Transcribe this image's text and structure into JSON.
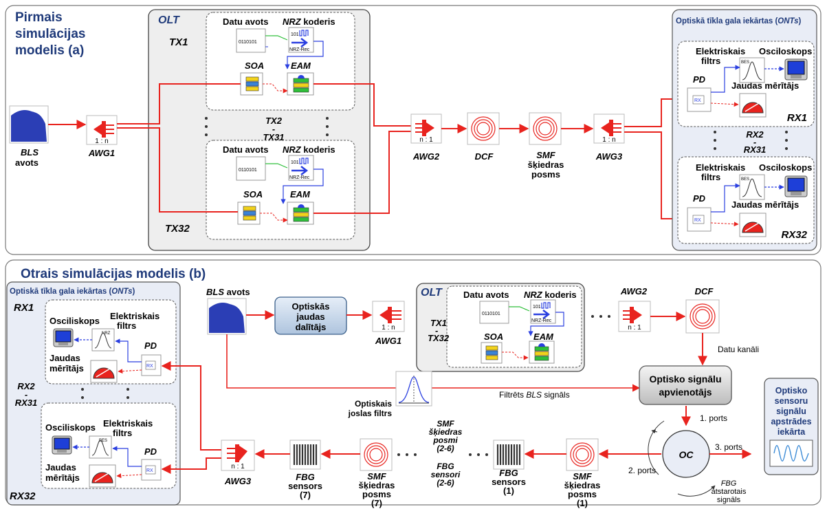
{
  "colors": {
    "signal": "#e8231e",
    "electric": "#2a3fe0",
    "green": "#2fbf3a",
    "panel": "#e9edf6",
    "olt_panel": "#eeeeee",
    "bls": "#2b3eb5"
  },
  "top": {
    "title": [
      "Pirmais",
      "simulācijas",
      "modelis (a)"
    ],
    "olt": "OLT",
    "tx1": "TX1",
    "tx_mid": [
      "TX2",
      "-",
      "TX31"
    ],
    "tx32": "TX32",
    "datu_avots": "Datu avots",
    "nrz_word": "NRZ",
    "koderis": " koderis",
    "soa": "SOA",
    "eam": "EAM",
    "bits": "0110101",
    "code": "101",
    "nrz_rec": "NRZ-Rec",
    "bls": "BLS",
    "avots": "avots",
    "awg1": "AWG1",
    "ratio_1n": "1 : n",
    "ratio_n1": "n : 1",
    "awg2": "AWG2",
    "dcf": "DCF",
    "smf": "SMF",
    "skiedras": "šķiedras",
    "posms": "posms",
    "awg3": "AWG3",
    "ont_title": "Optiskā tīkla gala iekārtas (",
    "ont_word": "ONTs",
    "ont_close": ")",
    "elektriskais": "Elektriskais",
    "filtrs": "filtrs",
    "osciloskops": "Osciloskops",
    "jaudas": "Jaudas mērītājs",
    "pd": "PD",
    "rx": "RX",
    "bes": "BES",
    "rx1": "RX1",
    "rx_mid": [
      "RX2",
      "-",
      "RX31"
    ],
    "rx32": "RX32"
  },
  "bottom": {
    "title": "Otrais simulācijas modelis (b)",
    "ont_title": "Optiskā tīkla gala iekārtas (",
    "ont_word": "ONTs",
    "ont_close": ")",
    "rx1": "RX1",
    "rx_mid": [
      "RX2",
      "-",
      "RX31"
    ],
    "rx32": "RX32",
    "osciliskops": "Osciliskops",
    "elektriskais": "Elektriskais",
    "filtrs": "filtrs",
    "pd": "PD",
    "jaudas": "Jaudas",
    "meritajs": "mērītājs",
    "bls": "BLS",
    "avots": " avots",
    "splitter": [
      "Optiskās",
      "jaudas",
      "dalītājs"
    ],
    "awg1": "AWG1",
    "ratio_1n": "1 : n",
    "olt": "OLT",
    "datu_avots": "Datu avots",
    "nrz_word": "NRZ",
    "koderis": " koderis",
    "tx_range": [
      "TX1",
      "-",
      "TX32"
    ],
    "soa": "SOA",
    "eam": "EAM",
    "bits": "0110101",
    "code": "101",
    "nrz_rec": "NRZ-Rec",
    "awg2": "AWG2",
    "ratio_n1": "n : 1",
    "dcf": "DCF",
    "datu_kanali": "Datu kanāli",
    "combiner": [
      "Optisko signālu",
      "apvienotājs"
    ],
    "filtr_prefix": "Filtrēts ",
    "filtr_bls": "BLS",
    "filtr_suffix": " signāls",
    "opt_filter": [
      "Optiskais",
      "joslas filtrs"
    ],
    "port1": "1. ports",
    "port2": "2. ports",
    "port3": "3. ports",
    "oc": "OC",
    "fbg_reflect": [
      "FBG",
      "atstarotais",
      "signāls"
    ],
    "processor": [
      "Optisko",
      "sensoru",
      "signālu",
      "apstrādes",
      "iekārta"
    ],
    "smf_posms_range": [
      "SMF",
      "šķiedras",
      "posmi",
      "(2-6)"
    ],
    "fbg_sensori_range": [
      "FBG",
      "sensori",
      "(2-6)"
    ],
    "fbg_sensors_7": [
      "FBG",
      "sensors",
      "(7)"
    ],
    "smf_posms_7": [
      "SMF",
      "šķiedras",
      "posms",
      "(7)"
    ],
    "fbg_sensors_1": [
      "FBG",
      "sensors",
      "(1)"
    ],
    "smf_posms_1": [
      "SMF",
      "šķiedras",
      "posms",
      "(1)"
    ],
    "awg3": "AWG3"
  }
}
